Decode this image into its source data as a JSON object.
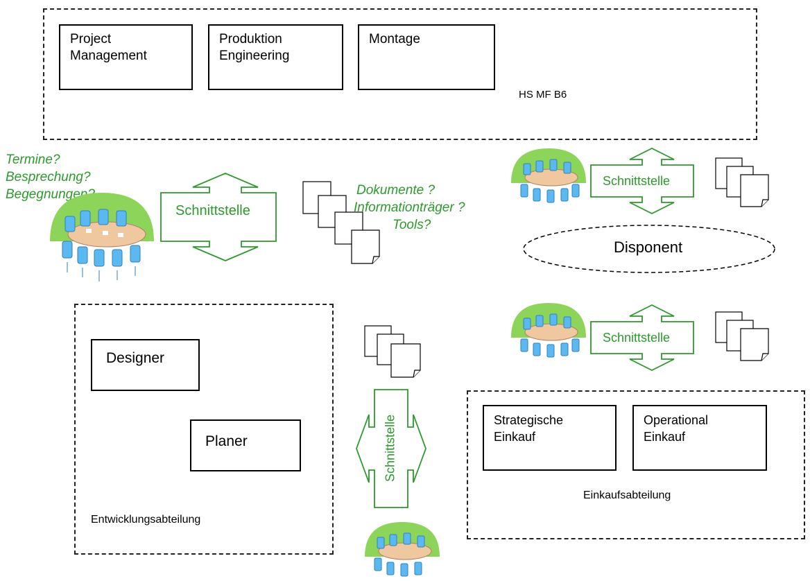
{
  "groups": {
    "top": {
      "label": "HS MF B6",
      "boxes": [
        "Project\nManagement",
        "Produktion\nEngineering",
        "Montage"
      ]
    },
    "development": {
      "label": "Entwicklungsabteilung",
      "boxes": [
        "Designer",
        "Planer"
      ]
    },
    "purchasing": {
      "label": "Einkaufsabteilung",
      "boxes": [
        "Strategische\nEinkauf",
        "Operational\nEinkauf"
      ]
    }
  },
  "questions": {
    "meetings": [
      "Termine?",
      "Besprechung?",
      "Begegnungen?"
    ],
    "documents": [
      "Dokumente ?",
      "Informationträger ?",
      "Tools?"
    ]
  },
  "interfaces": {
    "main": "Schnittstelle",
    "top_right": "Schnittstelle",
    "mid_right": "Schnittstelle",
    "vertical": "Schnittstelle"
  },
  "disponent": "Disponent",
  "colors": {
    "accent_green": "#2c9a2c",
    "meeting_bg": "#8dd45a",
    "chair_blue": "#5cb8f0",
    "table": "#f0c8a0"
  },
  "icons": [
    "meeting-room-icon",
    "document-stack-icon",
    "double-arrow-icon"
  ]
}
